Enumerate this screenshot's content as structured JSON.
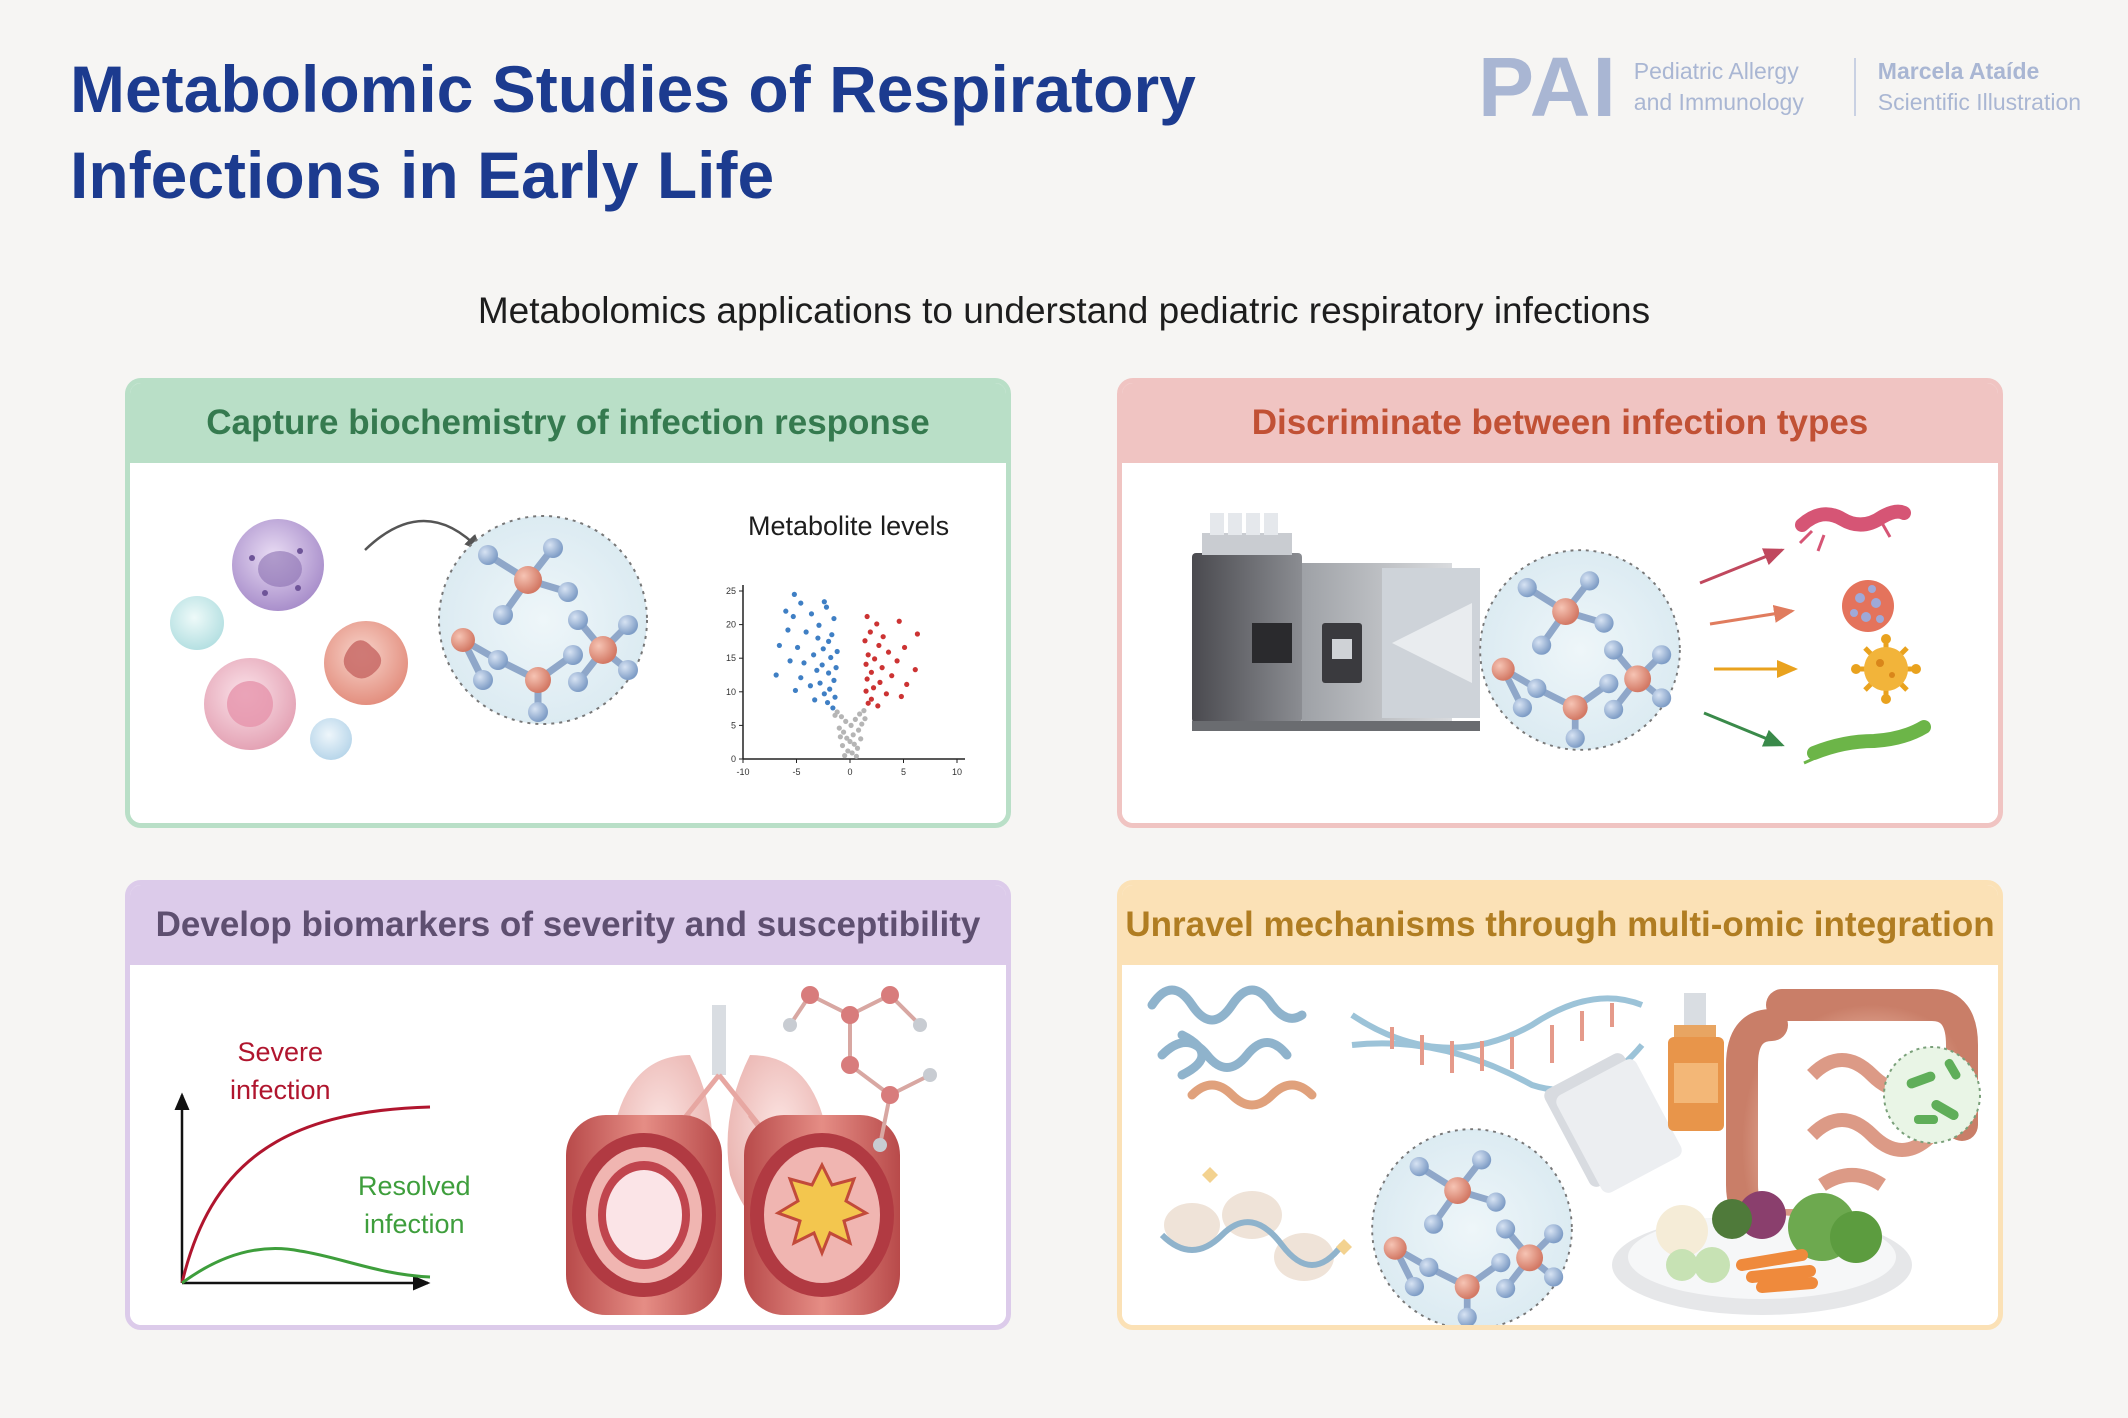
{
  "title": "Metabolomic Studies of Respiratory Infections in Early Life",
  "logo": {
    "mark": "PAI",
    "journal_line1": "Pediatric Allergy",
    "journal_line2": "and Immunology",
    "author_line1": "Marcela Ataíde",
    "author_line2": "Scientific Illustration"
  },
  "subtitle": "Metabolomics applications to understand pediatric respiratory infections",
  "panels": {
    "capture": {
      "title": "Capture biochemistry of infection response",
      "chart_label": "Metabolite levels"
    },
    "discriminate": {
      "title": "Discriminate between infection types"
    },
    "biomarkers": {
      "title": "Develop biomarkers of severity and susceptibility",
      "severe_line1": "Severe",
      "severe_line2": "infection",
      "resolved_line1": "Resolved",
      "resolved_line2": "infection"
    },
    "mechanisms": {
      "title": "Unravel mechanisms through multi-omic integration"
    }
  },
  "chart_data": {
    "type": "scatter",
    "title": "Metabolite levels",
    "xlabel": "",
    "ylabel": "",
    "xlim": [
      -10,
      10
    ],
    "ylim": [
      0,
      25
    ],
    "x_ticks": [
      -10,
      -5,
      0,
      5,
      10
    ],
    "y_ticks": [
      0,
      5,
      10,
      15,
      20,
      25
    ],
    "series": [
      {
        "color": "#3f7fc4",
        "points": [
          [
            -5.2,
            24.5
          ],
          [
            -4.6,
            23.2
          ],
          [
            -2.4,
            23.4
          ],
          [
            -2.2,
            22.6
          ],
          [
            -6.0,
            22.0
          ],
          [
            -5.3,
            21.2
          ],
          [
            -3.6,
            21.6
          ],
          [
            -1.5,
            20.9
          ],
          [
            -2.9,
            19.9
          ],
          [
            -5.8,
            19.2
          ],
          [
            -4.1,
            18.9
          ],
          [
            -1.7,
            18.5
          ],
          [
            -3.0,
            18.0
          ],
          [
            -2.0,
            17.5
          ],
          [
            -6.6,
            16.9
          ],
          [
            -4.9,
            16.6
          ],
          [
            -2.5,
            16.4
          ],
          [
            -1.2,
            16.0
          ],
          [
            -3.4,
            15.5
          ],
          [
            -1.8,
            15.1
          ],
          [
            -5.6,
            14.6
          ],
          [
            -4.3,
            14.3
          ],
          [
            -2.6,
            14.0
          ],
          [
            -1.3,
            13.6
          ],
          [
            -3.1,
            13.2
          ],
          [
            -2.0,
            12.8
          ],
          [
            -6.9,
            12.5
          ],
          [
            -4.6,
            12.1
          ],
          [
            -1.5,
            11.7
          ],
          [
            -2.8,
            11.3
          ],
          [
            -3.7,
            10.9
          ],
          [
            -1.9,
            10.4
          ],
          [
            -5.1,
            10.2
          ],
          [
            -2.4,
            9.7
          ],
          [
            -1.4,
            9.2
          ],
          [
            -3.3,
            8.8
          ],
          [
            -2.1,
            8.4
          ],
          [
            -1.6,
            7.6
          ]
        ]
      },
      {
        "color": "#cc3333",
        "points": [
          [
            1.6,
            21.2
          ],
          [
            2.5,
            20.1
          ],
          [
            4.6,
            20.5
          ],
          [
            6.3,
            18.6
          ],
          [
            1.9,
            18.9
          ],
          [
            3.1,
            18.2
          ],
          [
            1.4,
            17.6
          ],
          [
            2.7,
            16.9
          ],
          [
            5.1,
            16.6
          ],
          [
            3.6,
            15.9
          ],
          [
            1.7,
            15.5
          ],
          [
            2.3,
            14.9
          ],
          [
            4.4,
            14.6
          ],
          [
            1.5,
            14.1
          ],
          [
            3.0,
            13.6
          ],
          [
            6.1,
            13.3
          ],
          [
            2.0,
            12.9
          ],
          [
            3.9,
            12.4
          ],
          [
            1.6,
            11.9
          ],
          [
            2.8,
            11.4
          ],
          [
            5.3,
            11.1
          ],
          [
            2.2,
            10.6
          ],
          [
            1.5,
            10.1
          ],
          [
            3.4,
            9.7
          ],
          [
            4.8,
            9.3
          ],
          [
            2.0,
            8.9
          ],
          [
            1.7,
            8.3
          ],
          [
            2.6,
            7.9
          ]
        ]
      },
      {
        "color": "#b5b5b5",
        "points": [
          [
            -1.2,
            7.0
          ],
          [
            -0.8,
            6.3
          ],
          [
            -0.4,
            5.6
          ],
          [
            0.1,
            5.0
          ],
          [
            0.5,
            5.9
          ],
          [
            0.9,
            6.7
          ],
          [
            1.3,
            7.2
          ],
          [
            -1.0,
            4.6
          ],
          [
            -0.6,
            4.0
          ],
          [
            0.3,
            3.6
          ],
          [
            0.8,
            4.3
          ],
          [
            1.1,
            5.2
          ],
          [
            -0.3,
            3.1
          ],
          [
            0.0,
            2.6
          ],
          [
            0.4,
            2.2
          ],
          [
            -0.7,
            2.0
          ],
          [
            0.7,
            1.6
          ],
          [
            -0.2,
            1.2
          ],
          [
            0.2,
            0.9
          ],
          [
            -0.5,
            0.5
          ],
          [
            0.6,
            0.4
          ],
          [
            1.4,
            6.0
          ],
          [
            -1.4,
            6.5
          ],
          [
            1.0,
            3.0
          ],
          [
            -0.9,
            3.3
          ]
        ]
      }
    ]
  },
  "colors": {
    "title": "#1c3b8f",
    "capture": "#b9dfc7",
    "discriminate": "#f0c4c2",
    "biomarkers": "#dccbea",
    "mechanisms": "#fbe1b6",
    "severe_curve": "#b0152e",
    "resolved_curve": "#3e9e3c"
  }
}
